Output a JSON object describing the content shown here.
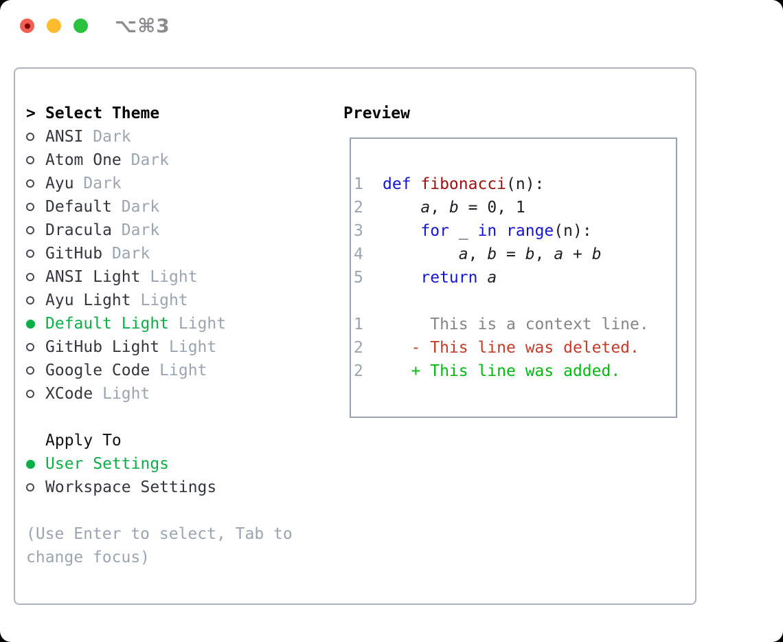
{
  "window": {
    "title": "⌥⌘3"
  },
  "titlebar": {
    "close_icon": "close-circle",
    "minimize_icon": "minimize-circle",
    "zoom_icon": "zoom-circle"
  },
  "colors": {
    "ui_green": "#0caf45",
    "keyword_blue": "#1414d7",
    "function_red": "#a00e0e",
    "diff_red": "#c53b28",
    "diff_green": "#00ba10",
    "muted_gray": "#9aa5b1",
    "panel_border": "#adb4be"
  },
  "theme_list": {
    "header": "Select Theme",
    "cursor": ">",
    "items": [
      {
        "name": "ANSI",
        "variant": "Dark",
        "selected": false
      },
      {
        "name": "Atom One",
        "variant": "Dark",
        "selected": false
      },
      {
        "name": "Ayu",
        "variant": "Dark",
        "selected": false
      },
      {
        "name": "Default",
        "variant": "Dark",
        "selected": false
      },
      {
        "name": "Dracula",
        "variant": "Dark",
        "selected": false
      },
      {
        "name": "GitHub",
        "variant": "Dark",
        "selected": false
      },
      {
        "name": "ANSI Light",
        "variant": "Light",
        "selected": false
      },
      {
        "name": "Ayu Light",
        "variant": "Light",
        "selected": false
      },
      {
        "name": "Default Light",
        "variant": "Light",
        "selected": true
      },
      {
        "name": "GitHub Light",
        "variant": "Light",
        "selected": false
      },
      {
        "name": "Google Code",
        "variant": "Light",
        "selected": false
      },
      {
        "name": "XCode",
        "variant": "Light",
        "selected": false
      }
    ]
  },
  "apply_to": {
    "header": "Apply To",
    "options": [
      {
        "label": "User Settings",
        "selected": true
      },
      {
        "label": "Workspace Settings",
        "selected": false
      }
    ]
  },
  "hint": "(Use Enter to select, Tab to change focus)",
  "preview": {
    "header": "Preview",
    "code_lines": [
      {
        "num": "1",
        "tokens": [
          {
            "t": "def ",
            "c": "kw"
          },
          {
            "t": "fibonacci",
            "c": "fn"
          },
          {
            "t": "(n):",
            "c": "pl"
          }
        ]
      },
      {
        "num": "2",
        "tokens": [
          {
            "t": "    ",
            "c": "pl"
          },
          {
            "t": "a",
            "c": "v"
          },
          {
            "t": ", ",
            "c": "pl"
          },
          {
            "t": "b",
            "c": "v"
          },
          {
            "t": " = 0, 1",
            "c": "pl"
          }
        ]
      },
      {
        "num": "3",
        "tokens": [
          {
            "t": "    ",
            "c": "pl"
          },
          {
            "t": "for",
            "c": "kw"
          },
          {
            "t": " _ ",
            "c": "pl"
          },
          {
            "t": "in",
            "c": "kw"
          },
          {
            "t": " ",
            "c": "pl"
          },
          {
            "t": "range",
            "c": "kw"
          },
          {
            "t": "(n):",
            "c": "pl"
          }
        ]
      },
      {
        "num": "4",
        "tokens": [
          {
            "t": "        ",
            "c": "pl"
          },
          {
            "t": "a",
            "c": "v"
          },
          {
            "t": ", ",
            "c": "pl"
          },
          {
            "t": "b",
            "c": "v"
          },
          {
            "t": " = ",
            "c": "pl"
          },
          {
            "t": "b",
            "c": "v"
          },
          {
            "t": ", ",
            "c": "pl"
          },
          {
            "t": "a",
            "c": "v"
          },
          {
            "t": " + ",
            "c": "pl"
          },
          {
            "t": "b",
            "c": "v"
          }
        ]
      },
      {
        "num": "5",
        "tokens": [
          {
            "t": "    ",
            "c": "pl"
          },
          {
            "t": "return",
            "c": "kw"
          },
          {
            "t": " ",
            "c": "pl"
          },
          {
            "t": "a",
            "c": "v"
          }
        ]
      }
    ],
    "diff_lines": [
      {
        "num": "1",
        "content": "     This is a context line.",
        "kind": "context"
      },
      {
        "num": "2",
        "content": "   - This line was deleted.",
        "kind": "deleted"
      },
      {
        "num": "2",
        "content": "   + This line was added.",
        "kind": "added"
      }
    ]
  }
}
